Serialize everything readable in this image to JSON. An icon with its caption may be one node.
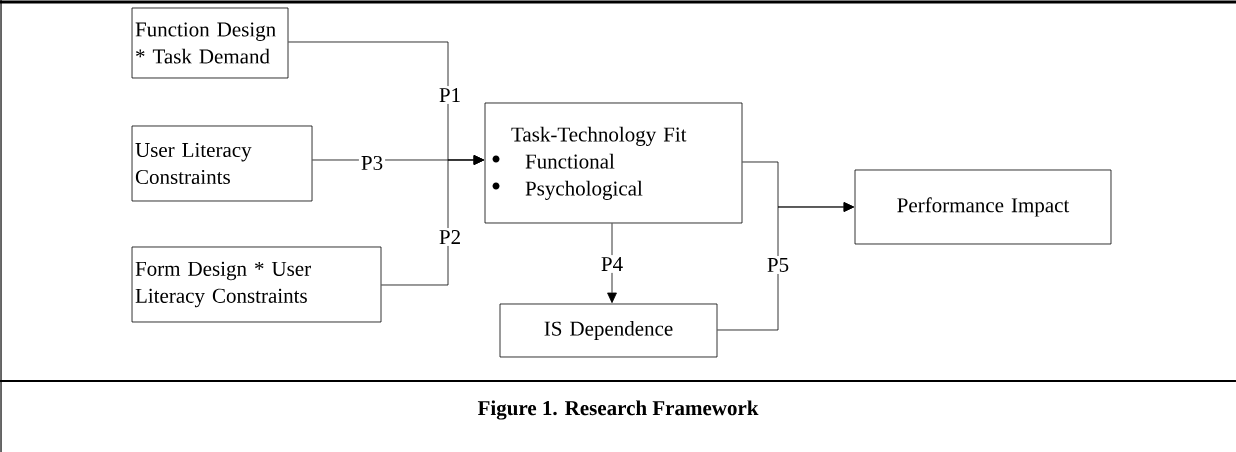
{
  "diagram": {
    "caption": "Figure 1.  Research Framework",
    "nodes": [
      {
        "text": [
          "Function Design * Task Demand"
        ]
      },
      {
        "text": [
          "User Literacy Constraints"
        ]
      },
      {
        "text": [
          "Form Design * User Literacy Constraints"
        ]
      },
      {
        "text": [
          "Task-Technology Fit",
          "Functional",
          "Psychological"
        ]
      },
      {
        "text": [
          "IS Dependence"
        ]
      },
      {
        "text": [
          "Performance Impact"
        ]
      }
    ],
    "edges": [
      {
        "from": 0,
        "to": 3,
        "arrow": "to",
        "label": "P1"
      },
      {
        "from": 1,
        "to": 3,
        "arrow": "to",
        "label": "P3"
      },
      {
        "from": 2,
        "to": 3,
        "arrow": "to",
        "label": "P2"
      },
      {
        "from": 3,
        "to": 4,
        "arrow": "to",
        "label": "P4"
      },
      {
        "from": 3,
        "to": 5,
        "arrow": "to"
      },
      {
        "from": 4,
        "to": 5,
        "arrow": "to",
        "label": "P5"
      }
    ]
  }
}
